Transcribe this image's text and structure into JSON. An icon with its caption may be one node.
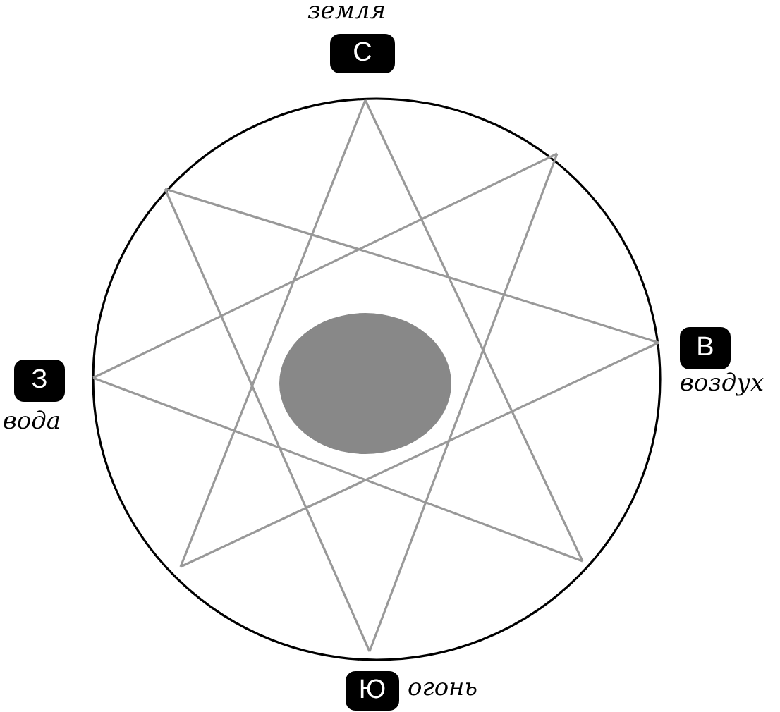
{
  "diagram": {
    "nodes": [
      {
        "text": [
          "С"
        ],
        "beside": [
          "земля"
        ]
      },
      {
        "text": [
          "В"
        ],
        "beside": [
          "воздух"
        ]
      },
      {
        "text": [
          "З"
        ],
        "beside": [
          "вода"
        ]
      },
      {
        "text": [
          "Ю"
        ],
        "beside": [
          "огонь"
        ]
      }
    ]
  }
}
